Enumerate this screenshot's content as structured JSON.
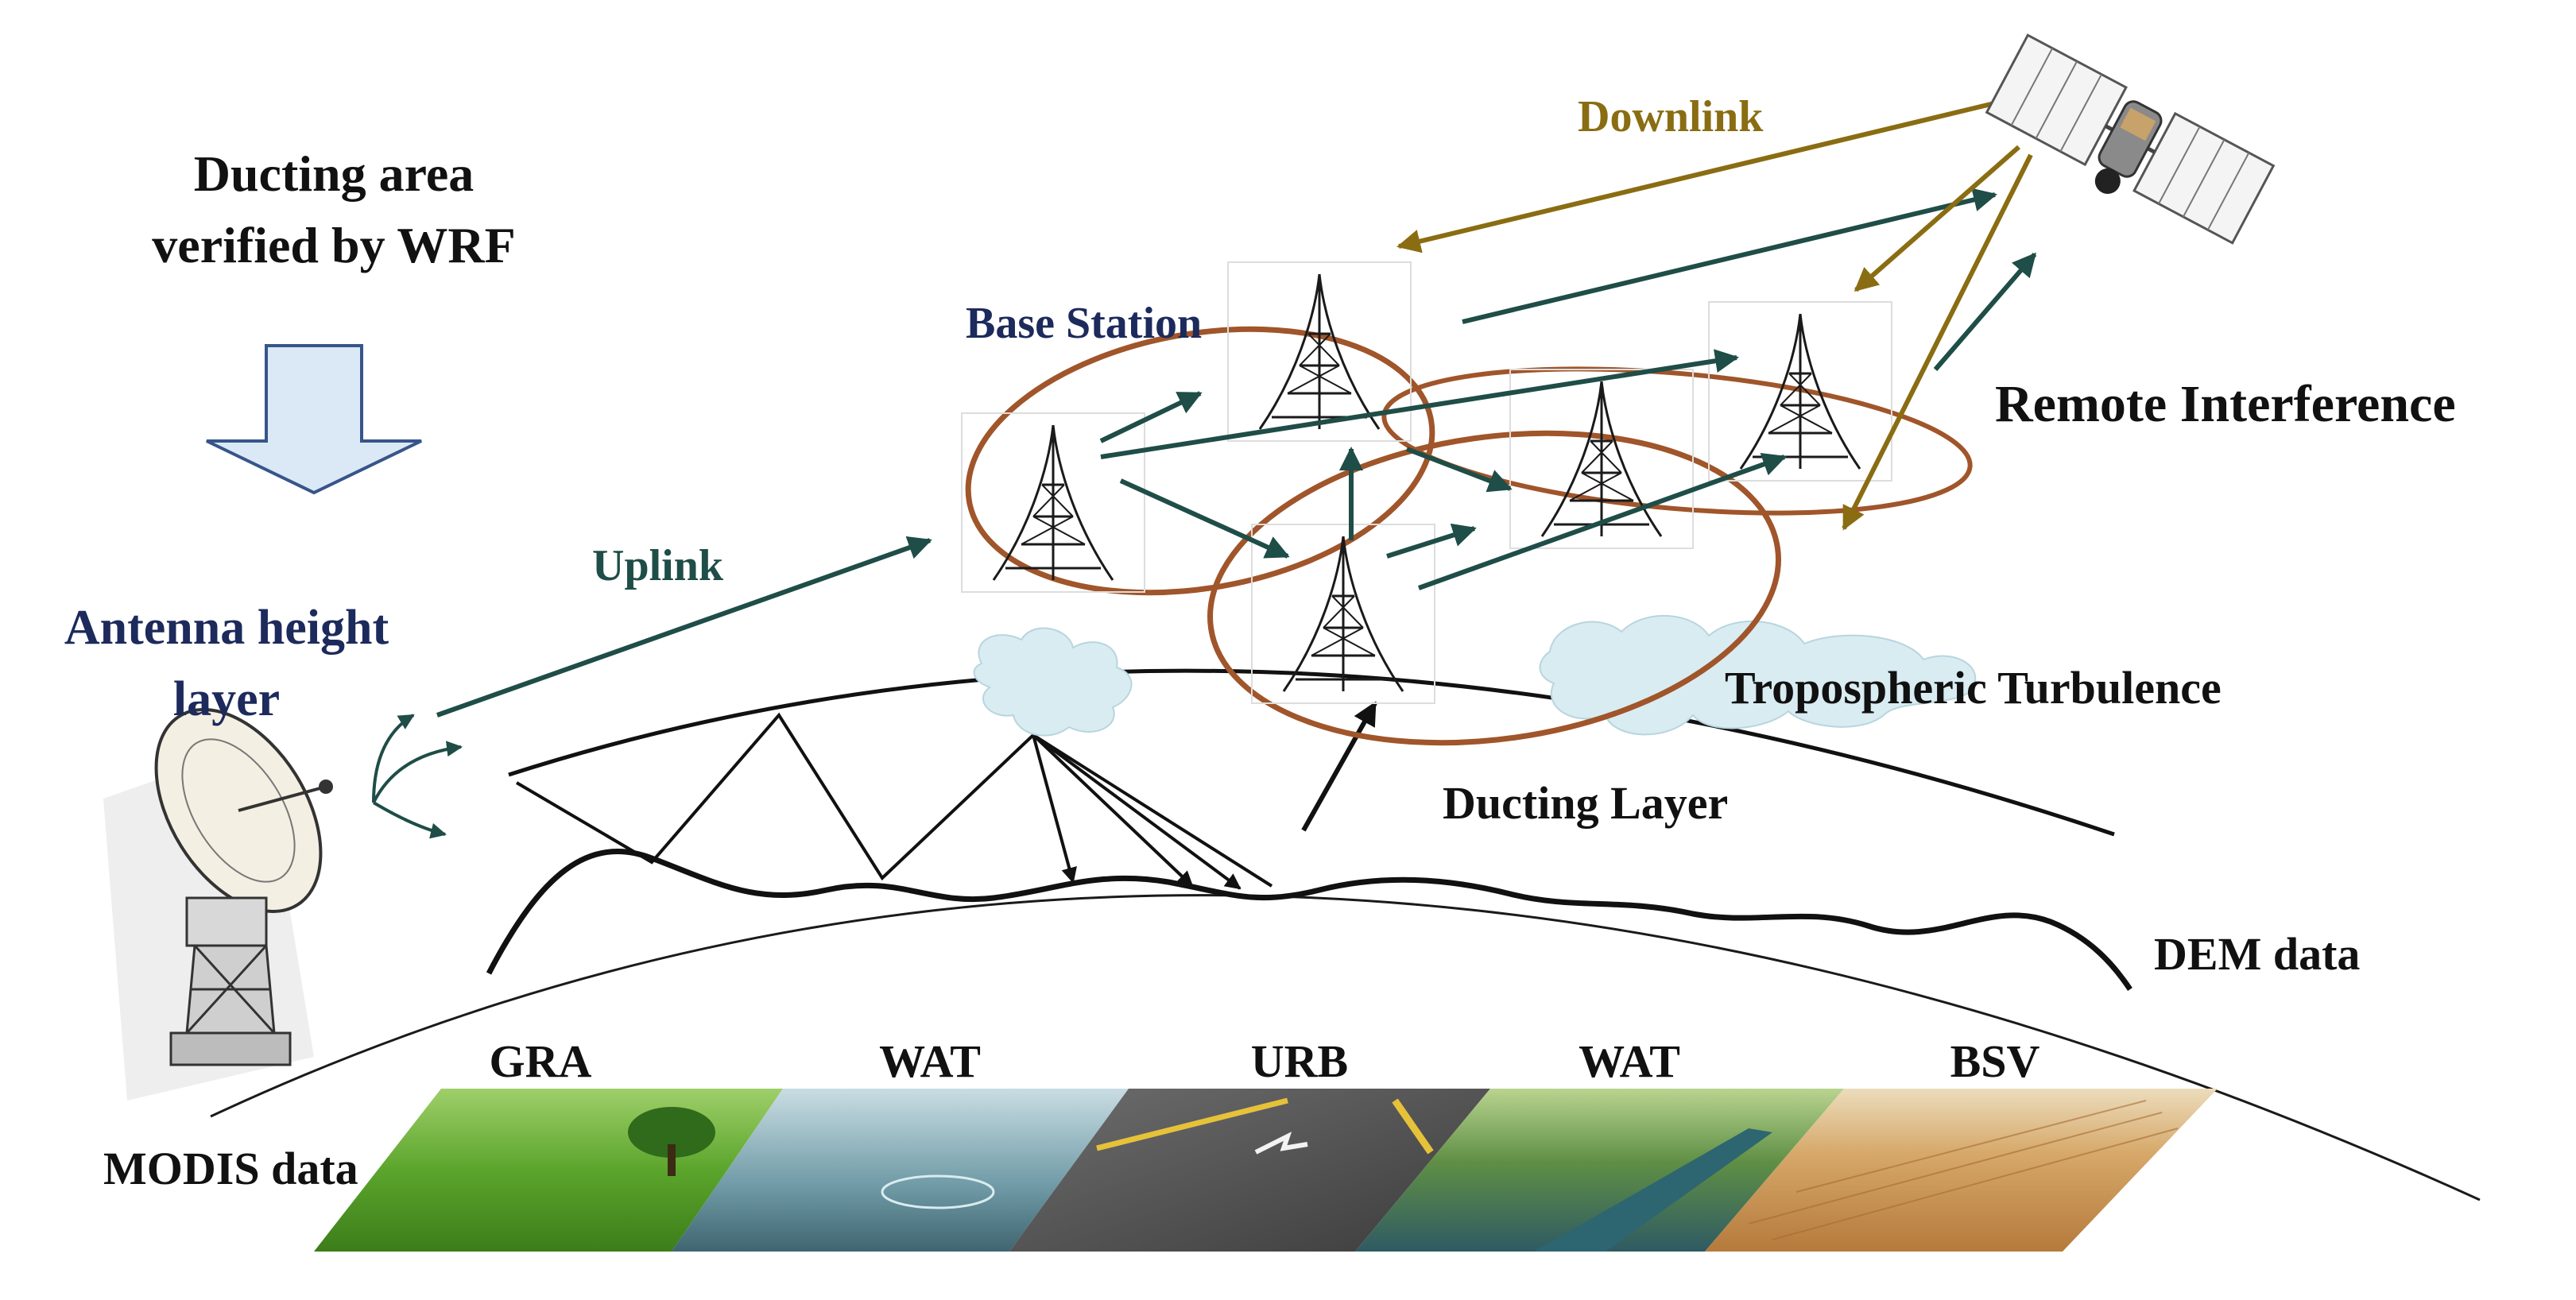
{
  "labels": {
    "ducting_area": [
      "Ducting area",
      "verified by WRF"
    ],
    "antenna_layer": [
      "Antenna height",
      "layer"
    ],
    "uplink": "Uplink",
    "downlink": "Downlink",
    "base_station": "Base Station",
    "remote_interference": "Remote Interference",
    "tropospheric_turbulence": "Tropospheric Turbulence",
    "ducting_layer": "Ducting Layer",
    "dem_data": "DEM data",
    "modis_data": "MODIS data"
  },
  "land_cover": [
    {
      "code": "GRA"
    },
    {
      "code": "WAT"
    },
    {
      "code": "URB"
    },
    {
      "code": "WAT"
    },
    {
      "code": "BSV"
    }
  ],
  "colors": {
    "uplink_arrow": "#1f4d47",
    "downlink_arrow": "#8a6d12",
    "ring": "#a0552a",
    "navy_text": "#1c2a5c",
    "cloud": "#d9ecf2"
  }
}
